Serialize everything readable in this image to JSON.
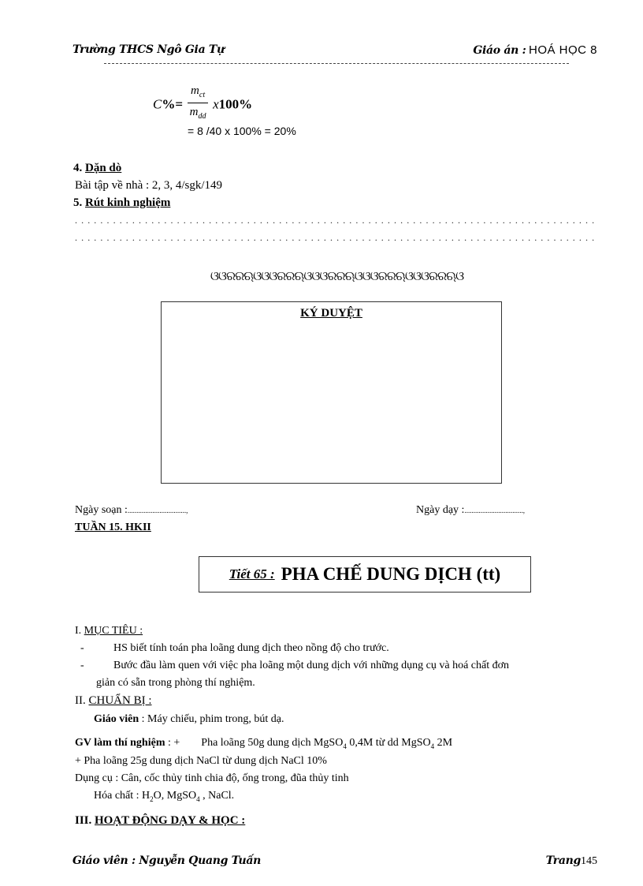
{
  "header": {
    "school": "Trường THCS Ngô Gia Tự",
    "plan_label": "Giáo án :",
    "subject": "HOÁ HỌC 8"
  },
  "formula": {
    "lhs_c": "C",
    "lhs_pct": "%",
    "equals": "=",
    "numerator": "m",
    "numerator_sub": "ct",
    "denominator": "m",
    "denominator_sub": "dd",
    "times": "x",
    "hundred": "100%",
    "calculation": "= 8 /40 x 100% = 20%"
  },
  "section4": {
    "number": "4.",
    "title": "Dặn dò",
    "text": "Bài tập về nhà : 2, 3, 4/sgk/149"
  },
  "section5": {
    "number": "5.",
    "title": "Rút kinh nghiệm",
    "dot_line_1": "..........................................................................................................................",
    "dot_line_2": ".........................................................................................................................."
  },
  "ornament": "ଓଓରରଋଓଓଓରରଋଓଓଓରରଋଓଓଓରରଋଓଓଓରରଋଓ",
  "approval": {
    "title": "KÝ DUYỆT"
  },
  "dates": {
    "prepared_label": "Ngày soạn :",
    "prepared_value": ".................................,",
    "taught_label": "Ngày dạy :",
    "taught_value": ".................................,"
  },
  "week": "TUẦN 15. HKII",
  "lesson": {
    "label": "Tiết 65 :",
    "title": "PHA CHẾ DUNG DỊCH (tt)"
  },
  "objectives": {
    "heading_num": "I.",
    "heading": "MỤC TIÊU :",
    "items": [
      {
        "dash": "-",
        "text": "HS biết tính toán pha loãng dung dịch theo nồng độ cho trước."
      },
      {
        "dash": "-",
        "text": "Bước đầu làm quen với việc pha loãng một dung dịch với những dụng cụ và  hoá  chất đơn",
        "continuation": "giản có sẵn trong phòng thí nghiệm."
      }
    ]
  },
  "preparation": {
    "heading_num": "II.",
    "heading": "CHUẨN BỊ :",
    "teacher_label": "Giáo viên",
    "teacher_text": " :  Máy chiếu, phim trong, bút dạ.",
    "experiment_label": "GV làm thí nghiệm",
    "experiment_sep": " :   +",
    "experiment_1_a": "Pha loãng 50g dung dịch MgSO",
    "experiment_1_sub": "4",
    "experiment_1_b": " 0,4M từ dd MgSO",
    "experiment_1_sub2": "4",
    "experiment_1_c": "  2M",
    "experiment_2": "+  Pha loãng 25g dung dịch NaCl từ dung dịch NaCl 10%",
    "tools": "Dụng cụ : Cân, cốc thủy tinh chia độ, ống trong, đũa thủy tinh",
    "chem_a": "Hóa chất : H",
    "chem_sub1": "2",
    "chem_b": "O, MgSO",
    "chem_sub2": "4",
    "chem_c": " , NaCl."
  },
  "activities": {
    "heading_num": "III.",
    "heading": "HOẠT ĐỘNG DẠY & HỌC :"
  },
  "footer": {
    "teacher": "Giáo viên : Nguyễn Quang Tuấn",
    "page_label": "Trang",
    "page_number": "145"
  }
}
